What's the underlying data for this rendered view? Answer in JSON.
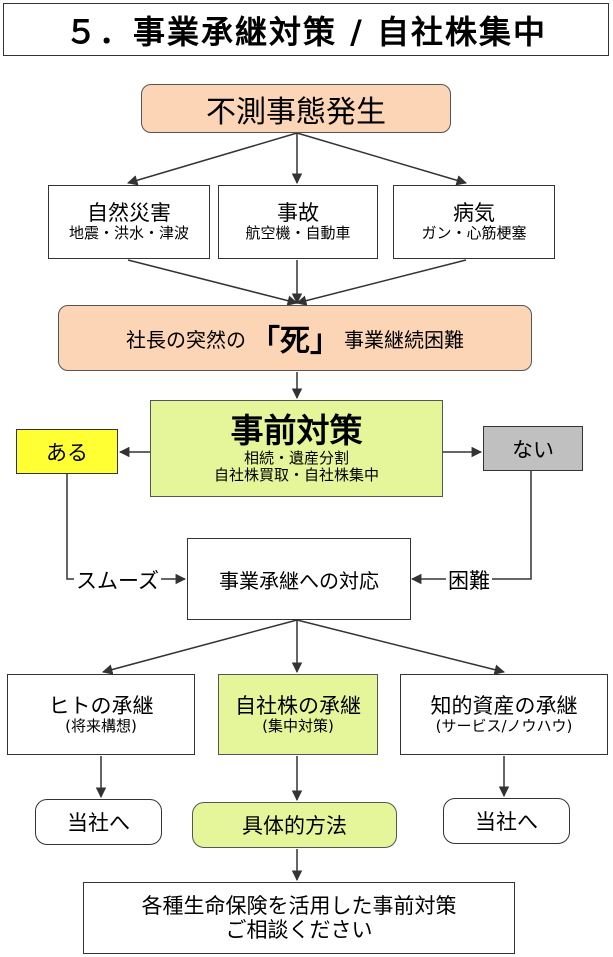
{
  "title": "５．事業承継対策 / 自社株集中",
  "event": "不測事態発生",
  "causes": [
    {
      "main": "自然災害",
      "sub": "地震・洪水・津波"
    },
    {
      "main": "事故",
      "sub": "航空機・自動車"
    },
    {
      "main": "病気",
      "sub": "ガン・心筋梗塞"
    }
  ],
  "death": {
    "pre": "社長の突然の",
    "key": "「死」",
    "post": "事業継続困難"
  },
  "prep": {
    "main": "事前対策",
    "sub1": "相続・遺産分割",
    "sub2": "自社株買取・自社株集中"
  },
  "yes": "ある",
  "no": "ない",
  "smooth": "スムーズ",
  "difficult": "困難",
  "response": "事業承継への対応",
  "succession": [
    {
      "main": "ヒトの承継",
      "sub": "(将来構想)"
    },
    {
      "main": "自社株の承継",
      "sub": "(集中対策)"
    },
    {
      "main": "知的資産の承継",
      "sub": "(サービス/ノウハウ)"
    }
  ],
  "to_us_left": "当社へ",
  "method": "具体的方法",
  "to_us_right": "当社へ",
  "final": {
    "line1": "各種生命保険を活用した事前対策",
    "line2": "ご相談ください"
  },
  "colors": {
    "peach": "#fbd5b5",
    "lime": "#e5f59a",
    "yellow": "#ffff33",
    "gray": "#c0c0c0"
  }
}
